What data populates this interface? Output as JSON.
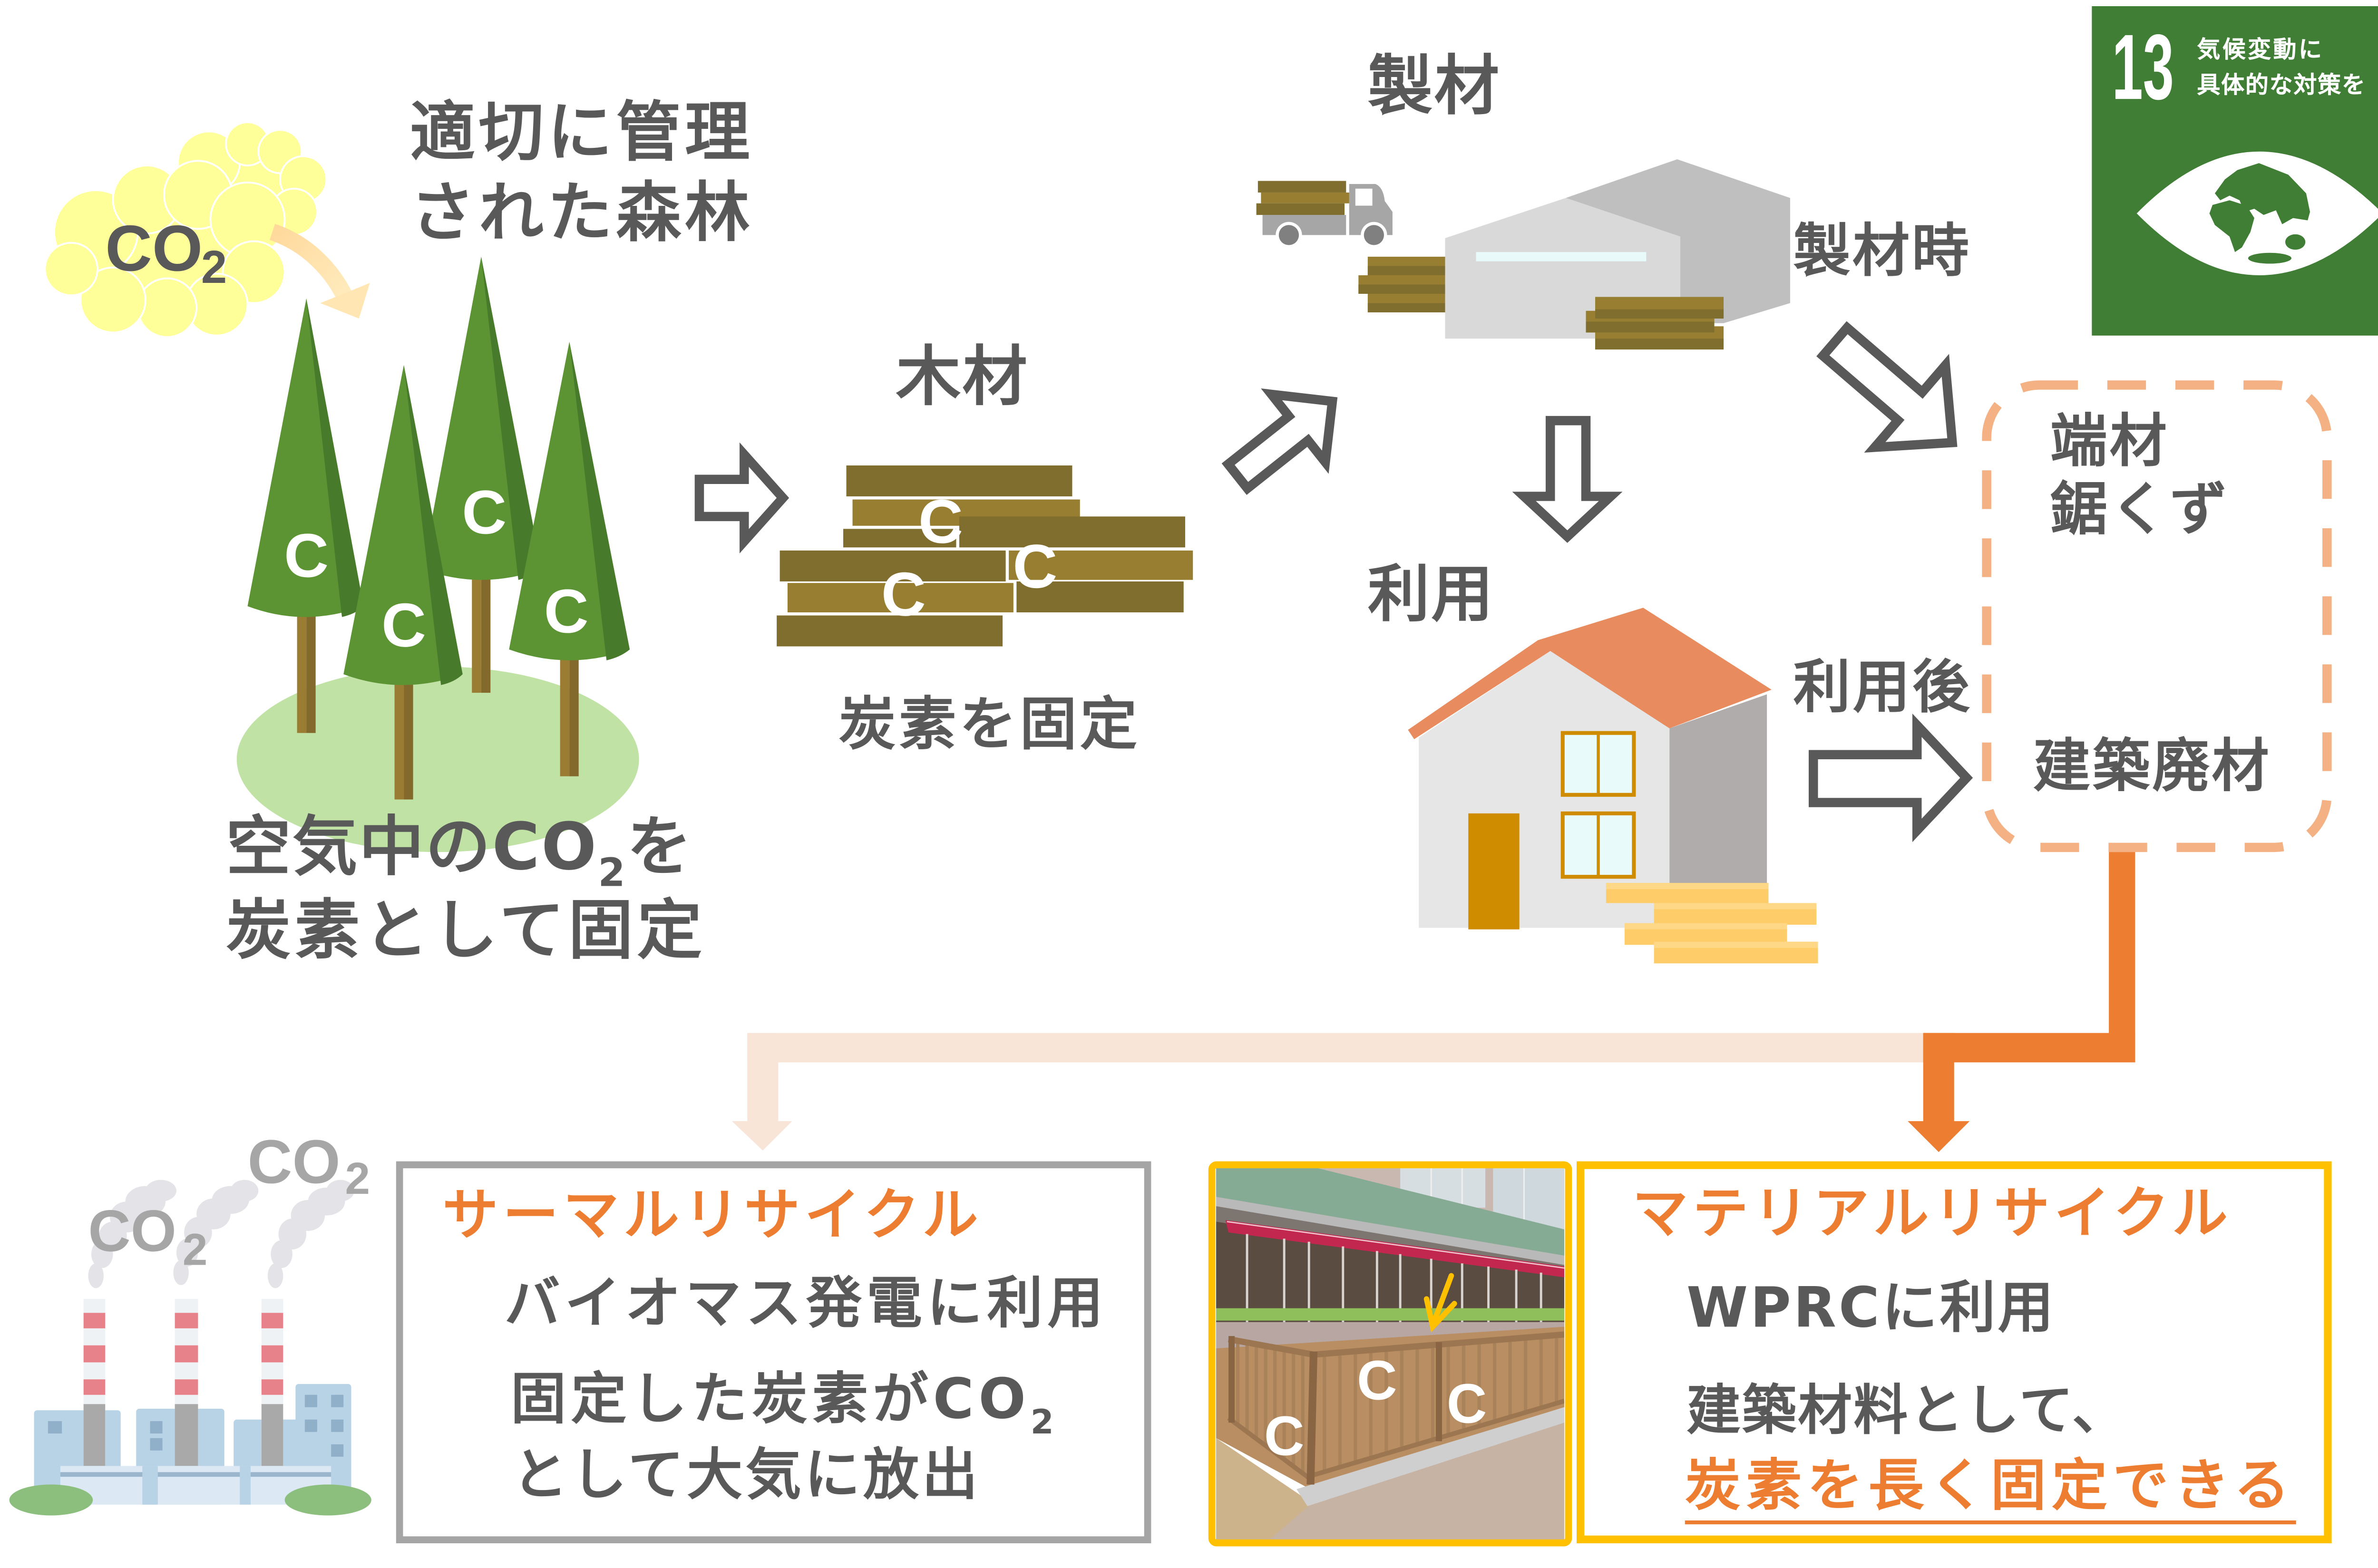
{
  "palette": {
    "text": "#595959",
    "accent": "#ed7d31",
    "accent_light": "#f9e5d8",
    "dashed": "#f4b183",
    "frame_yellow": "#ffc000",
    "frame_gray": "#a5a5a5",
    "sdg_green": "#3f7e34"
  },
  "sdg_badge": {
    "number": "13",
    "title_line1": "気候変動に",
    "title_line2": "具体的な対策を",
    "icon": "eye-globe-icon"
  },
  "forest": {
    "co2_cloud": {
      "main": "CO",
      "sub": "2"
    },
    "title_line1": "適切に管理",
    "title_line2": "された森林",
    "tree_carbon_labels": [
      "C",
      "C",
      "C",
      "C"
    ],
    "caption_line1": {
      "before": "空気中のCO",
      "sub": "2",
      "after": "を"
    },
    "caption_line2": "炭素として固定"
  },
  "timber": {
    "title": "木材",
    "carbon_labels": [
      "C",
      "C",
      "C"
    ],
    "caption": "炭素を固定"
  },
  "sawmill": {
    "title": "製材",
    "side_label": "製材時"
  },
  "usage": {
    "title": "利用",
    "side_label": "利用後"
  },
  "byproducts": {
    "item1": "端材",
    "item2": "鋸くず",
    "item3": "建築廃材"
  },
  "thermal_recycle": {
    "title": "サーマルリサイクル",
    "line1": "バイオマス発電に利用",
    "line2": {
      "before": "固定した炭素がCO",
      "sub": "2"
    },
    "line3": "として大気に放出",
    "emissions": [
      {
        "main": "CO",
        "sub": "2"
      },
      {
        "main": "CO",
        "sub": "2"
      }
    ]
  },
  "wprc_photo": {
    "carbon_labels": [
      "C",
      "C",
      "C"
    ]
  },
  "material_recycle": {
    "title": "マテリアルリサイクル",
    "line1": "WPRCに利用",
    "line2": "建築材料として、",
    "line3_emphasis": "炭素を長く固定できる"
  }
}
